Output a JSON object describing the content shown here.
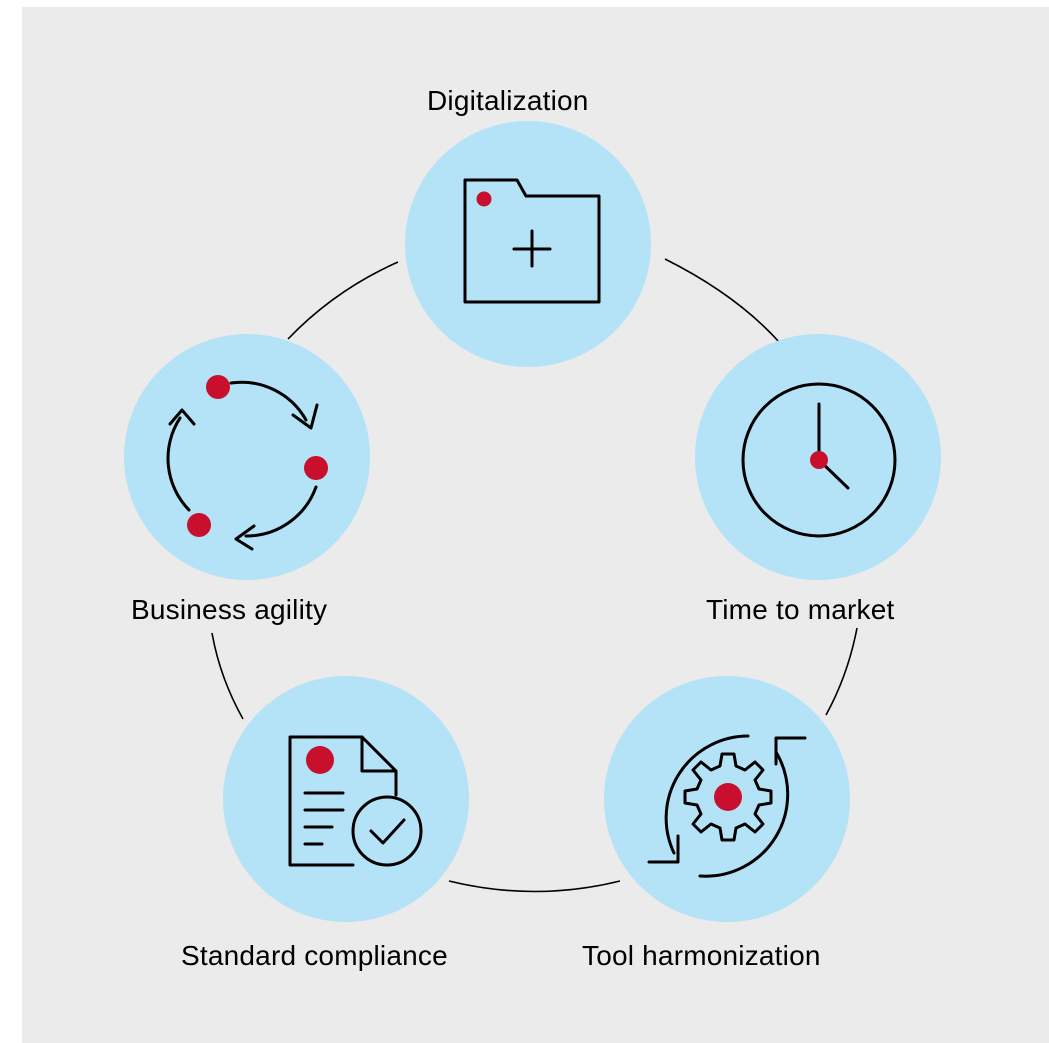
{
  "diagram": {
    "nodes": [
      {
        "id": "digitalization",
        "label": "Digitalization",
        "icon": "folder-plus-icon"
      },
      {
        "id": "time-to-market",
        "label": "Time to market",
        "icon": "clock-icon"
      },
      {
        "id": "tool-harmonization",
        "label": "Tool harmonization",
        "icon": "gear-cycle-icon"
      },
      {
        "id": "standard-compliance",
        "label": "Standard compliance",
        "icon": "document-check-icon"
      },
      {
        "id": "business-agility",
        "label": "Business agility",
        "icon": "cycle-arrows-icon"
      }
    ]
  },
  "colors": {
    "background": "#ebebeb",
    "circle_fill": "#b4e2f6",
    "accent": "#c8102e",
    "line": "#000000"
  }
}
